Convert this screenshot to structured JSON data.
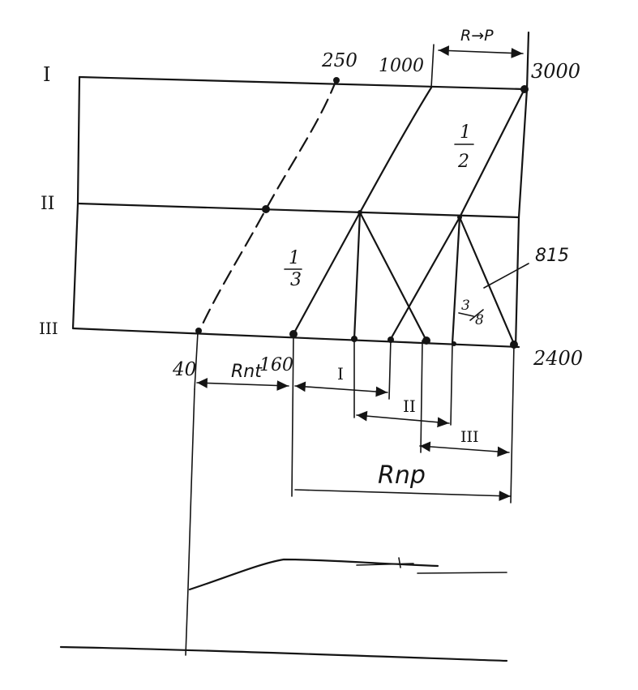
{
  "rows": {
    "top": "I",
    "middle": "II",
    "bottom": "III"
  },
  "top_values": {
    "a": "250",
    "b": "1000",
    "c": "3000"
  },
  "bottom_values": {
    "a": "40",
    "b": "160",
    "c": "2400"
  },
  "fractions": {
    "half": {
      "num": "1",
      "den": "2"
    },
    "third": {
      "num": "1",
      "den": "3"
    },
    "three_eighths": {
      "num": "3",
      "den": "8"
    }
  },
  "annotation_815": "815",
  "dims": {
    "r_top": "R→P",
    "r_nt": "Rnt",
    "interval_1": "I",
    "interval_2": "II",
    "interval_3": "III",
    "r_np": "Rnp"
  }
}
